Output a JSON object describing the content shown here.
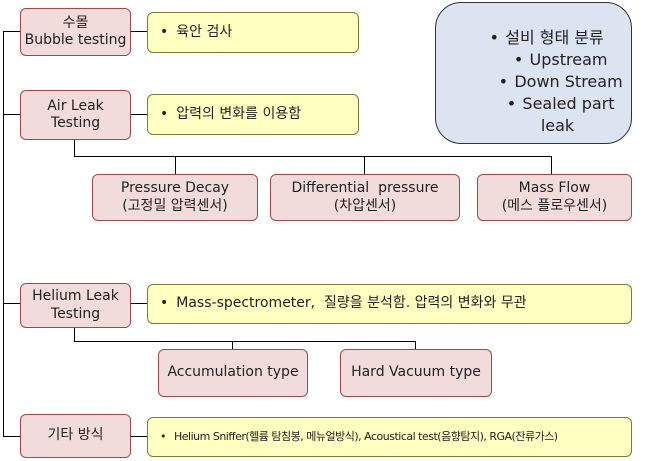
{
  "nodes": {
    "bubble": {
      "line1": "수몰",
      "line2": "Bubble testing"
    },
    "air": {
      "line1": "Air Leak",
      "line2": "Testing"
    },
    "pressure_decay": {
      "line1": "Pressure Decay",
      "line2": "(고정밀 압력센서)"
    },
    "differential": {
      "line1": "Differential  pressure",
      "line2": "(차압센서)"
    },
    "mass_flow": {
      "line1": "Mass Flow",
      "line2": "(메스 플로우센서)"
    },
    "helium": {
      "line1": "Helium Leak",
      "line2": "Testing"
    },
    "accumulation": {
      "label": "Accumulation type"
    },
    "hard_vacuum": {
      "label": "Hard Vacuum type"
    },
    "other": {
      "label": "기타 방식"
    }
  },
  "notes": {
    "bubble": "육안 검사",
    "air": "압력의 변화를 이용함",
    "helium": "Mass-spectrometer,  질량을 분석함. 압력의 변화와 무관",
    "other": "Helium Sniffer(헬륨 탐침봉, 메뉴얼방식), Acoustical test(음향탐지), RGA(잔류가스)"
  },
  "classification": {
    "title": "설비 형태 분류",
    "items": [
      "Upstream",
      "Down Stream",
      "Sealed part leak"
    ]
  }
}
